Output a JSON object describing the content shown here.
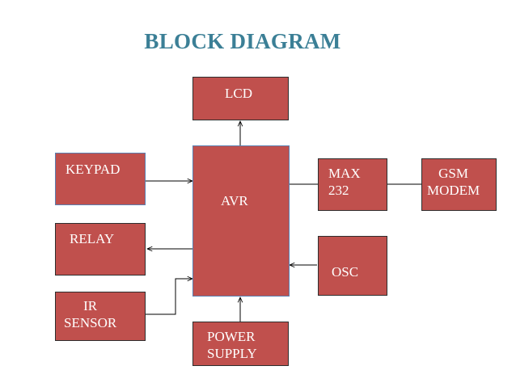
{
  "title": "BLOCK DIAGRAM",
  "blocks": {
    "lcd": "LCD",
    "keypad": "KEYPAD",
    "avr": "AVR",
    "max232": "MAX\n232",
    "gsm_modem": "GSM\nMODEM",
    "relay": "RELAY",
    "osc": "OSC",
    "ir_sensor": "IR\nSENSOR",
    "power_supply": "POWER\nSUPPLY"
  },
  "colors": {
    "block_fill": "#c0504d",
    "title": "#3b7f96",
    "line": "#000000"
  }
}
